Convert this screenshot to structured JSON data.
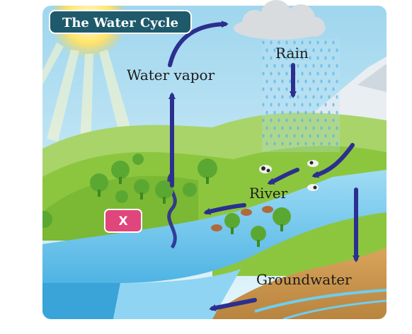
{
  "title": "The Water Cycle",
  "labels": {
    "water_vapor": "Water vapor",
    "rain": "Rain",
    "river": "River",
    "groundwater": "Groundwater"
  },
  "marker": {
    "text": "X",
    "color": "#e0457b"
  },
  "colors": {
    "arrow": "#2b2f8f",
    "title_bg": "#1e5a6b",
    "sky": "#bfe6f5",
    "water": "#5fbde8",
    "grass": "#8cc63f",
    "soil": "#c9944d",
    "sun": "#ffe46b"
  }
}
